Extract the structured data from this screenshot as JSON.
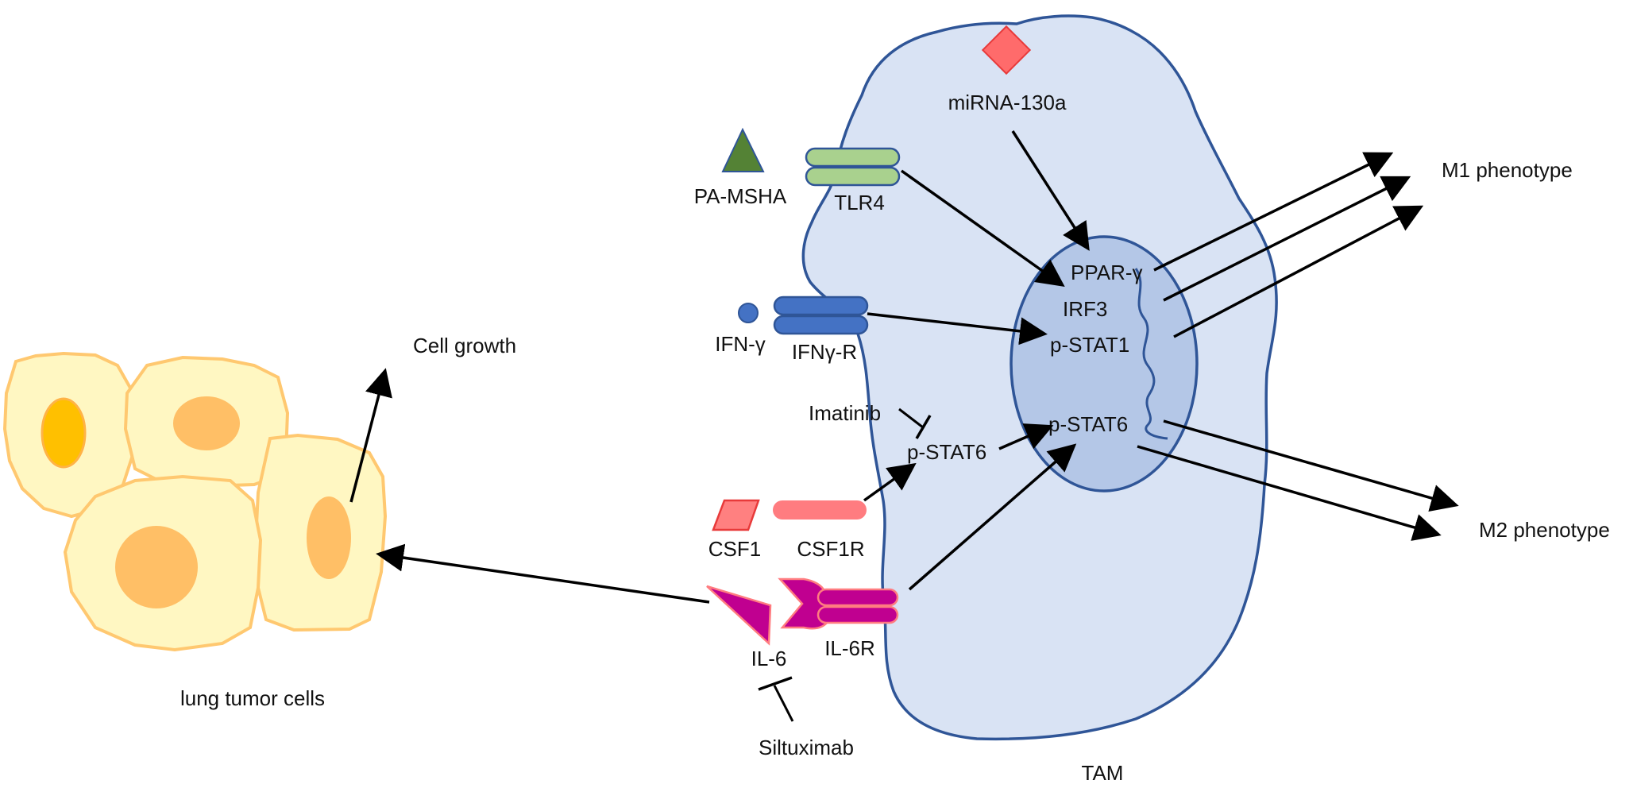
{
  "labels": {
    "mirna": "miRNA-130a",
    "pa_msha": "PA-MSHA",
    "tlr4": "TLR4",
    "ifn_gamma": "IFN-γ",
    "ifngr": "IFNγ-R",
    "imatinib": "Imatinib",
    "pstat6_cyto": "p-STAT6",
    "csf1": "CSF1",
    "csf1r": "CSF1R",
    "il6": "IL-6",
    "il6r": "IL-6R",
    "siltuximab": "Siltuximab",
    "tam": "TAM",
    "ppar": "PPAR-γ",
    "irf3": "IRF3",
    "pstat1": "p-STAT1",
    "pstat6_nuc": "p-STAT6",
    "m1": "M1 phenotype",
    "m2": "M2 phenotype",
    "cell_growth": "Cell growth",
    "tumor_cells": "lung tumor cells"
  },
  "colors": {
    "tam_fill": "#d9e3f4",
    "tam_stroke": "#2f5597",
    "nucleus_fill": "#b4c7e7",
    "tlr4": "#a9d18e",
    "ifngr": "#4472c4",
    "csf1r": "#ff7c80",
    "il6": "#c00090",
    "mirna": "#ff6b6b",
    "pa_msha": "#548235",
    "tumor_fill": "#fff7c2",
    "tumor_stroke": "#ffc870",
    "tumor_nucleus": "#ffbf66",
    "tumor_nucleus_dark": "#ffc000"
  }
}
